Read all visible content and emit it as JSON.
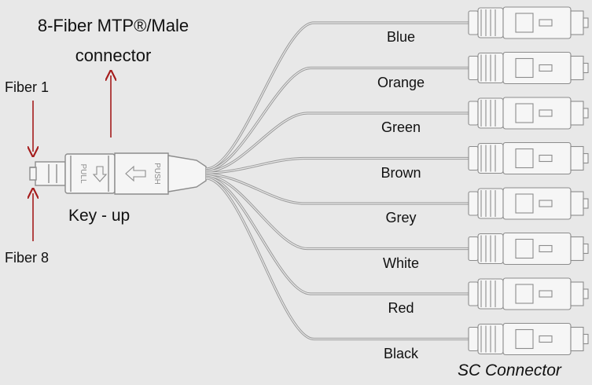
{
  "title": {
    "line1": "8-Fiber MTP®/Male",
    "line2": "connector"
  },
  "fiber_top": "Fiber 1",
  "fiber_bottom": "Fiber 8",
  "key_label": "Key - up",
  "connector_text": {
    "pull": "PULL",
    "push": "PUSH"
  },
  "sc_label": "SC Connector",
  "fibers": [
    {
      "label": "Blue"
    },
    {
      "label": "Orange"
    },
    {
      "label": "Green"
    },
    {
      "label": "Brown"
    },
    {
      "label": "Grey"
    },
    {
      "label": "White"
    },
    {
      "label": "Red"
    },
    {
      "label": "Black"
    }
  ],
  "colors": {
    "background": "#e8e8e8",
    "arrow": "#a51c1c",
    "line": "#9a9a9a",
    "outline": "#8c8c8c"
  }
}
